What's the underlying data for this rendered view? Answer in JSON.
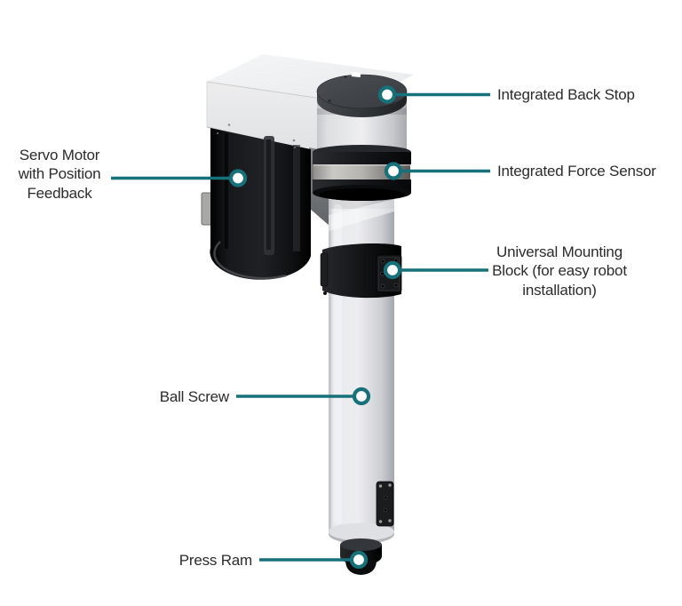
{
  "page": {
    "background": "#ffffff"
  },
  "colors": {
    "accent_teal": "#16717b",
    "label_text": "#2b2b2b"
  },
  "diagram": {
    "labels": {
      "servo_motor": {
        "text": "Servo Motor\nwith Position\nFeedback"
      },
      "back_stop": {
        "text": "Integrated Back Stop"
      },
      "force_sensor": {
        "text": "Integrated Force Sensor"
      },
      "mounting_block": {
        "text": "Universal Mounting\nBlock (for easy robot\ninstallation)"
      },
      "ball_screw": {
        "text": "Ball Screw"
      },
      "press_ram": {
        "text": "Press Ram"
      }
    }
  }
}
